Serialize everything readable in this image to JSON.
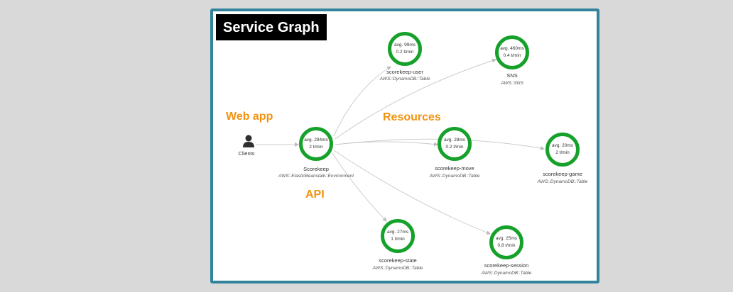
{
  "title": "Service Graph",
  "labels": {
    "web_app": "Web app",
    "resources": "Resources",
    "api": "API"
  },
  "clients": {
    "name": "Clients"
  },
  "nodes": [
    {
      "id": "scorekeep",
      "latency": "avg. 294ms",
      "rate": "2 t/min",
      "name": "Scorekeep",
      "type": "AWS::ElasticBeanstalk::Environment"
    },
    {
      "id": "scorekeep-user",
      "latency": "avg. 99ms",
      "rate": "0.2 t/min",
      "name": "scorekeep-user",
      "type": "AWS::DynamoDB::Table"
    },
    {
      "id": "sns",
      "latency": "avg. 460ms",
      "rate": "0.4 t/min",
      "name": "SNS",
      "type": "AWS::SNS"
    },
    {
      "id": "scorekeep-move",
      "latency": "avg. 28ms",
      "rate": "0.2 t/min",
      "name": "scorekeep-move",
      "type": "AWS::DynamoDB::Table"
    },
    {
      "id": "scorekeep-game",
      "latency": "avg. 20ms",
      "rate": "2 t/min",
      "name": "scorekeep-game",
      "type": "AWS::DynamoDB::Table"
    },
    {
      "id": "scorekeep-state",
      "latency": "avg. 27ms",
      "rate": "1 t/min",
      "name": "scorekeep-state",
      "type": "AWS::DynamoDB::Table"
    },
    {
      "id": "scorekeep-session",
      "latency": "avg. 25ms",
      "rate": "0.8 t/min",
      "name": "scorekeep-session",
      "type": "AWS::DynamoDB::Table"
    }
  ],
  "colors": {
    "frame_border": "#31849b",
    "node_ring": "#16a12a",
    "section_label": "#f29310",
    "edge": "#cccccc"
  }
}
